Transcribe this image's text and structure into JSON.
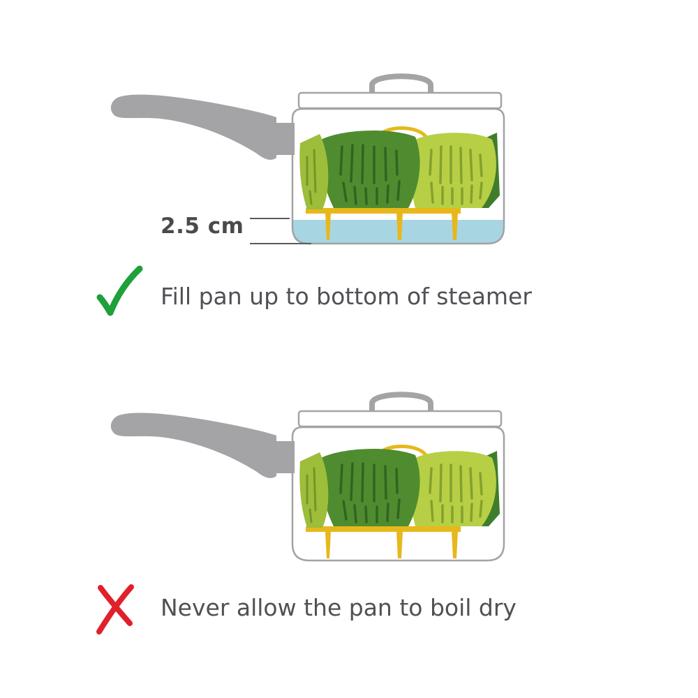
{
  "colors": {
    "pan_outline": "#a3a2a5",
    "handle": "#a4a3a6",
    "water": "#a8d5e2",
    "steamer_dark_green": "#3f7d2b",
    "steamer_mid_green": "#4f8c2f",
    "steamer_lime": "#9dbd3b",
    "steamer_yellow_lime": "#b7cf45",
    "steamer_handle_yellow": "#e6b81c",
    "text": "#505055",
    "check_green": "#1ea03a",
    "cross_red": "#e0202a"
  },
  "panels": [
    {
      "id": "correct",
      "water_filled": true,
      "measurement": {
        "label": "2.5 cm"
      },
      "status_icon": "check-icon",
      "caption": "Fill pan up to bottom of steamer"
    },
    {
      "id": "incorrect",
      "water_filled": false,
      "status_icon": "cross-icon",
      "caption": "Never allow the pan to boil dry"
    }
  ]
}
